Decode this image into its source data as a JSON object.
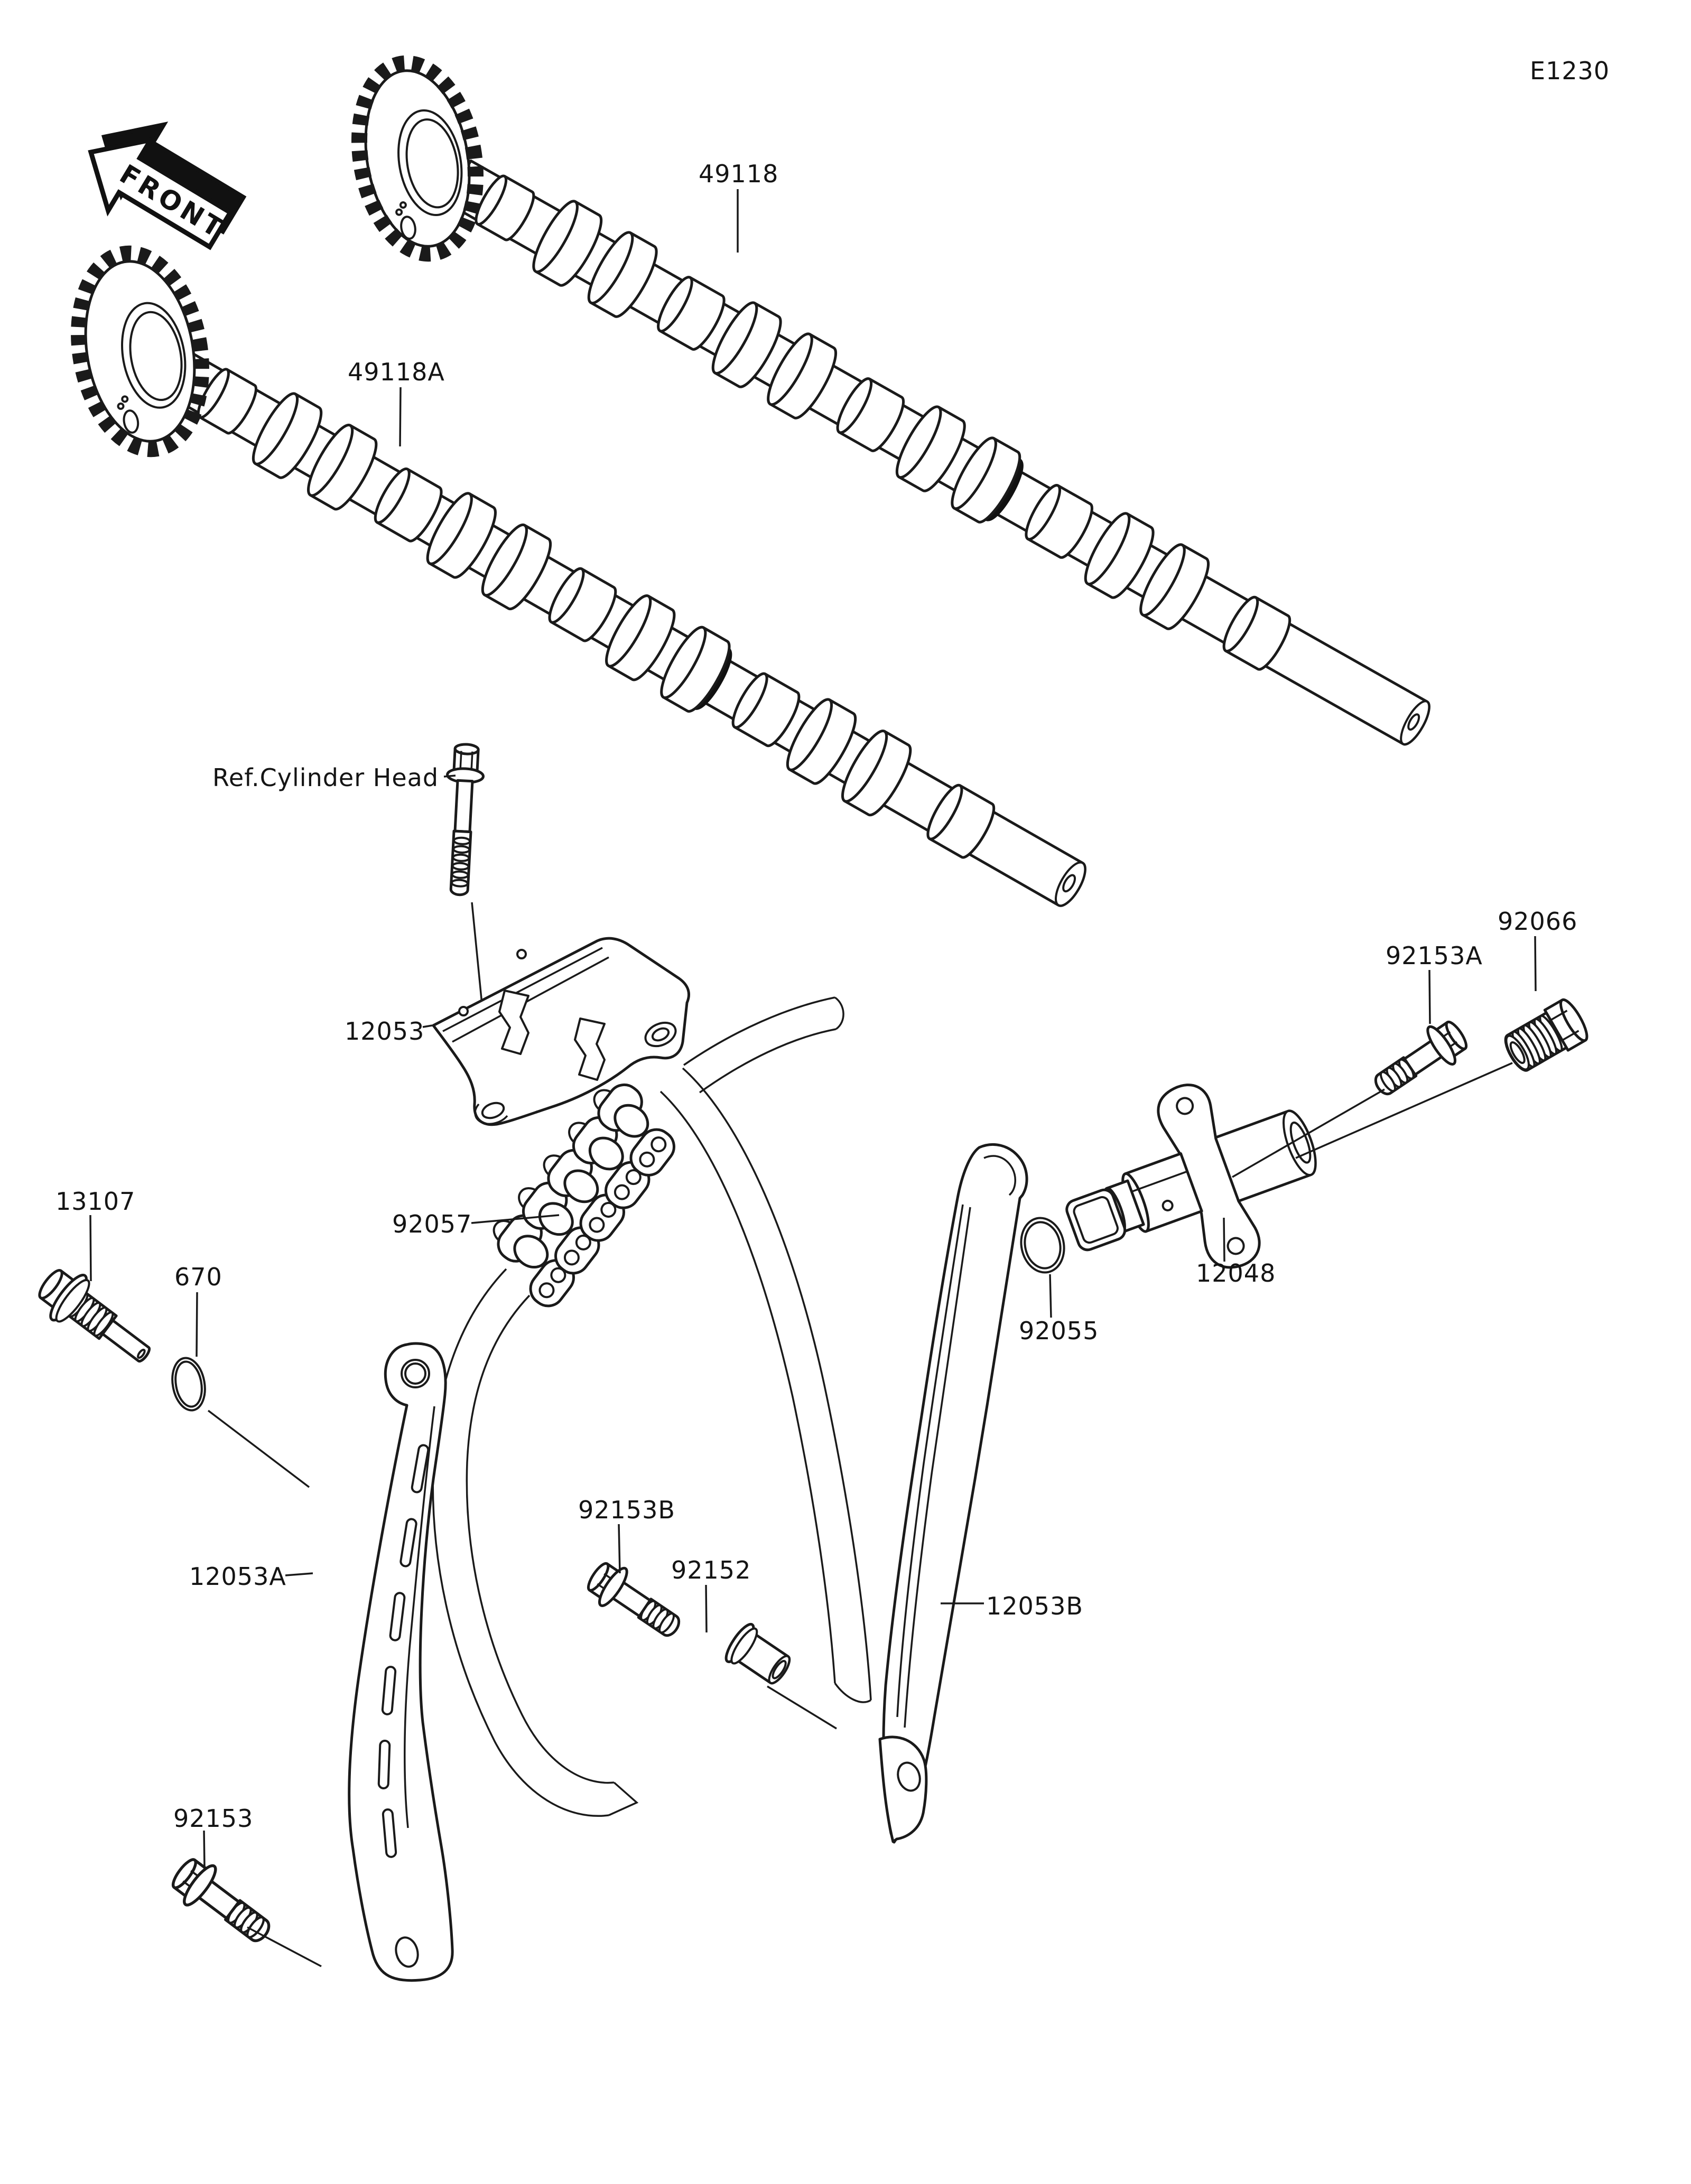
{
  "diagram": {
    "code": "E1230",
    "direction_marker": "FRONT",
    "reference_note": "Ref.Cylinder Head",
    "line_color": "#1a1a1a",
    "background_color": "#ffffff",
    "parts": {
      "camshaft_exhaust": "49118",
      "camshaft_intake": "49118A",
      "chain_guide_bracket": "12053",
      "cam_chain": "92057",
      "pivot_bolt": "13107",
      "oring_small": "670",
      "guide_rear": "12053A",
      "bolt_guide_upper": "92153B",
      "collar": "92152",
      "bolt_guide_lower": "92153",
      "guide_front": "12053B",
      "oring_tensioner": "92055",
      "tensioner": "12048",
      "bolt_tensioner": "92153A",
      "tensioner_cap_plug": "92066"
    }
  }
}
